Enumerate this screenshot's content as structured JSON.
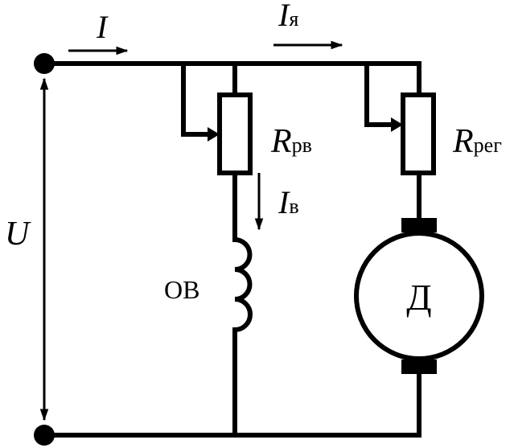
{
  "colors": {
    "line": "#000000",
    "background": "#ffffff"
  },
  "labels": {
    "current_total": "I",
    "current_armature_symbol": "I",
    "current_armature_sub": "я",
    "current_field_symbol": "I",
    "current_field_sub": "в",
    "voltage": "U",
    "field_rheostat_symbol": "R",
    "field_rheostat_sub": "рв",
    "armature_rheostat_symbol": "R",
    "armature_rheostat_sub": "рег",
    "field_winding": "ОВ",
    "motor": "Д"
  },
  "icons": {
    "terminal": "terminal-dot-icon",
    "resistor": "rheostat-icon",
    "inductor": "winding-coil-icon",
    "motor": "dc-motor-icon",
    "arrow": "current-arrow-icon"
  }
}
